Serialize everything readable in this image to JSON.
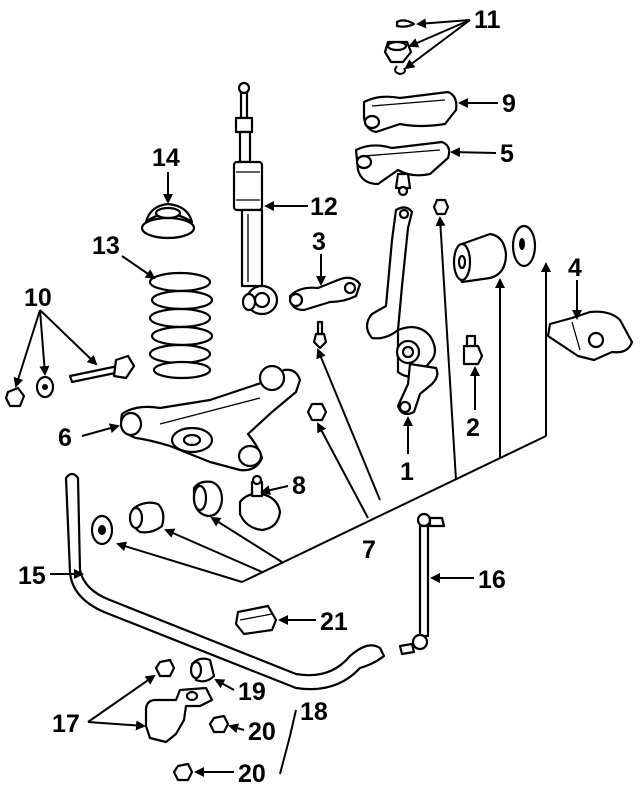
{
  "diagram": {
    "callouts": [
      {
        "id": "1",
        "label": "1"
      },
      {
        "id": "2",
        "label": "2"
      },
      {
        "id": "3",
        "label": "3"
      },
      {
        "id": "4",
        "label": "4"
      },
      {
        "id": "5",
        "label": "5"
      },
      {
        "id": "6",
        "label": "6"
      },
      {
        "id": "7",
        "label": "7"
      },
      {
        "id": "8",
        "label": "8"
      },
      {
        "id": "9",
        "label": "9"
      },
      {
        "id": "10",
        "label": "10"
      },
      {
        "id": "11",
        "label": "11"
      },
      {
        "id": "12",
        "label": "12"
      },
      {
        "id": "13",
        "label": "13"
      },
      {
        "id": "14",
        "label": "14"
      },
      {
        "id": "15",
        "label": "15"
      },
      {
        "id": "16",
        "label": "16"
      },
      {
        "id": "17",
        "label": "17"
      },
      {
        "id": "18",
        "label": "18"
      },
      {
        "id": "19",
        "label": "19"
      },
      {
        "id": "20a",
        "label": "20"
      },
      {
        "id": "20b",
        "label": "20"
      },
      {
        "id": "21",
        "label": "21"
      }
    ]
  }
}
